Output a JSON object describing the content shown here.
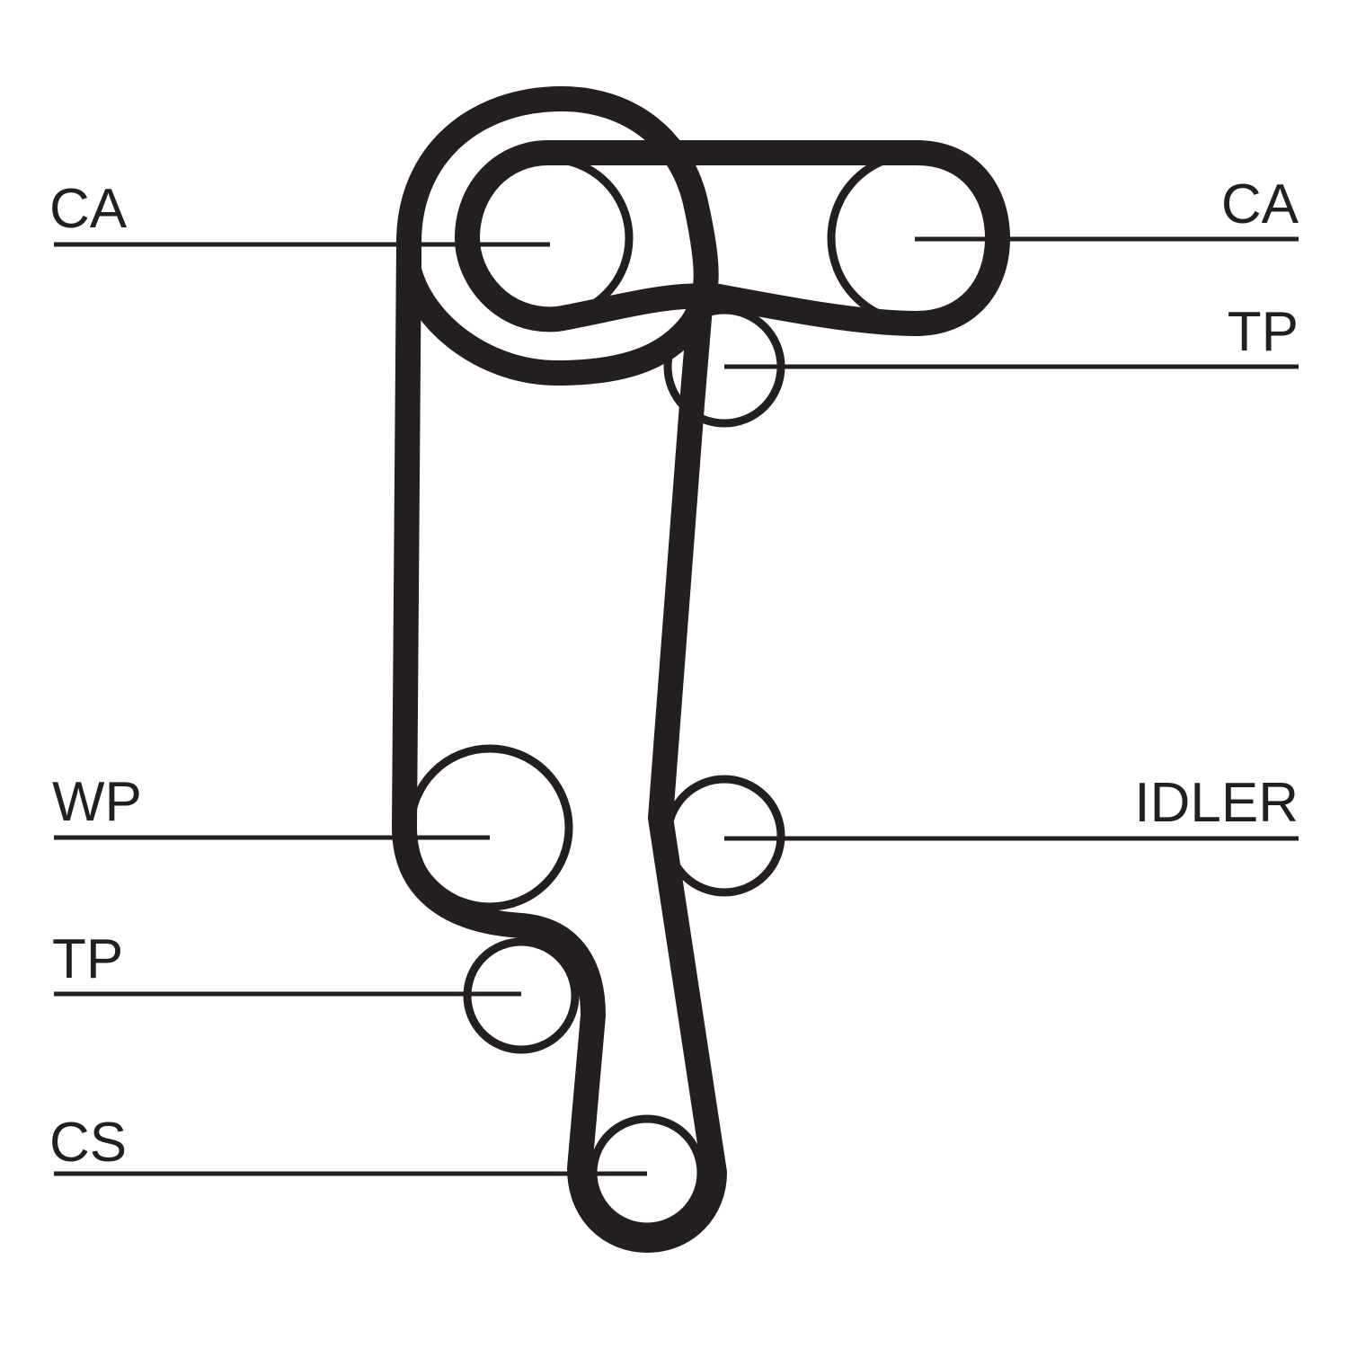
{
  "colors": {
    "line": "#231f20",
    "background": "#ffffff"
  },
  "labels": {
    "ca_left": "CA",
    "ca_right": "CA",
    "tp_upper": "TP",
    "wp": "WP",
    "idler": "IDLER",
    "tp_lower": "TP",
    "cs": "CS"
  }
}
